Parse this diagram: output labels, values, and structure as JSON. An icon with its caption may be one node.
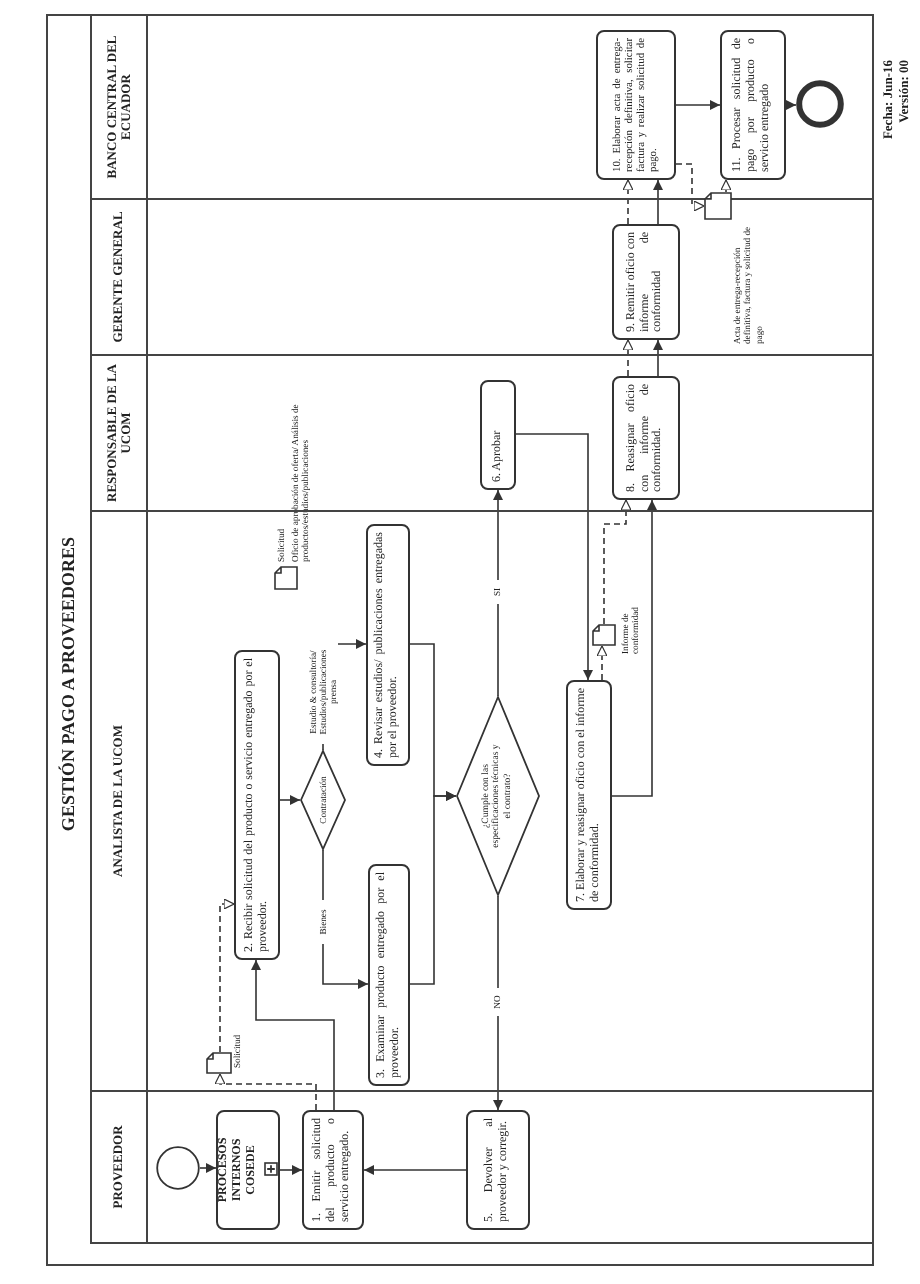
{
  "diagram": {
    "title": "GESTIÓN PAGO A PROVEEDORES",
    "nodes": [
      {
        "text": [
          "PROVEEDOR"
        ]
      },
      {
        "text": [
          "ANALISTA DE LA UCOM"
        ]
      },
      {
        "text": [
          "RESPONSABLE DE LA UCOM"
        ]
      },
      {
        "text": [
          "GERENTE GENERAL"
        ]
      },
      {
        "text": [
          "BANCO CENTRAL DEL ECUADOR"
        ]
      },
      {
        "text": [],
        "shape": "circle",
        "in": 0
      },
      {
        "text": [
          "PROCESOS INTERNOS COSEDE"
        ],
        "in": 0
      },
      {
        "text": [
          "1. Emitir solicitud del producto o servicio entregado."
        ],
        "in": 0
      },
      {
        "text": [
          "5. Devolver al proveedor y corregir."
        ],
        "in": 0
      },
      {
        "text": [],
        "shape": "document",
        "beside": [
          "Solicitud"
        ],
        "in": 1
      },
      {
        "text": [
          "2. Recibir solicitud del producto o servicio entregado por el proveedor."
        ],
        "in": 1
      },
      {
        "text": [
          "Contratación"
        ],
        "in": 1
      },
      {
        "text": [
          "3. Examinar producto entregado por el proveedor."
        ],
        "in": 1
      },
      {
        "text": [],
        "shape": "document",
        "beside": [
          "Solicitud",
          "Oficio de aprobación de oferta/ Análisis de productos/estudios/publicaciones"
        ],
        "in": 1
      },
      {
        "text": [
          "4. Revisar estudios/ publicaciones entregadas por el proveedor."
        ],
        "in": 1
      },
      {
        "text": [
          "¿Cumple con las especificaciones técnicas y el contrato?"
        ],
        "in": 1
      },
      {
        "text": [
          "7. Elaborar y reasignar oficio con el informe de conformidad."
        ],
        "in": 1
      },
      {
        "text": [],
        "shape": "document",
        "beside": [
          "Informe de conformidad"
        ],
        "in": 1
      },
      {
        "text": [
          "6. Aprobar"
        ],
        "in": 2
      },
      {
        "text": [
          "8. Reasignar oficio con informe de conformidad."
        ],
        "in": 2
      },
      {
        "text": [
          "9. Remitir oficio con informe de conformidad"
        ],
        "in": 3
      },
      {
        "text": [],
        "shape": "document",
        "beside": [
          "Acta de entrega-recepción definitiva, factura y solicitud de pago"
        ]
      },
      {
        "text": [
          "10. Elaborar acta de entrega-recepción definitiva, solicitar factura y realizar solicitud de pago."
        ],
        "in": 4
      },
      {
        "text": [
          "11. Procesar solicitud de pago por producto o servicio entregado"
        ],
        "in": 4
      },
      {
        "text": [],
        "shape": "circle",
        "in": 4
      }
    ],
    "edges": [
      {
        "from": 5,
        "to": 6,
        "arrow": "to"
      },
      {
        "from": 6,
        "to": 7,
        "arrow": "to"
      },
      {
        "from": 7,
        "to": 10,
        "arrow": "to"
      },
      {
        "from": 7,
        "to": 9,
        "arrow": "to",
        "style": "dashed"
      },
      {
        "from": 9,
        "to": 10,
        "arrow": "to",
        "style": "dashed"
      },
      {
        "from": 10,
        "to": 11,
        "arrow": "to"
      },
      {
        "from": 11,
        "to": 14,
        "arrow": "to",
        "label": "Estudio & consultoría/ Estudios/publicaciones prensa"
      },
      {
        "from": 11,
        "to": 12,
        "arrow": "to",
        "label": "Bienes"
      },
      {
        "from": 12,
        "to": 15,
        "arrow": "to"
      },
      {
        "from": 14,
        "to": 15,
        "arrow": "to"
      },
      {
        "from": 15,
        "to": 18,
        "arrow": "to",
        "label": "SI"
      },
      {
        "from": 15,
        "to": 8,
        "arrow": "to",
        "label": "NO"
      },
      {
        "from": 8,
        "to": 7,
        "arrow": "to"
      },
      {
        "from": 18,
        "to": 16,
        "arrow": "to"
      },
      {
        "from": 16,
        "to": 17,
        "arrow": "to",
        "style": "dashed"
      },
      {
        "from": 17,
        "to": 19,
        "arrow": "to",
        "style": "dashed"
      },
      {
        "from": 16,
        "to": 19,
        "arrow": "to"
      },
      {
        "from": 19,
        "to": 20,
        "arrow": "to"
      },
      {
        "from": 19,
        "to": 20,
        "arrow": "to",
        "style": "dashed"
      },
      {
        "from": 20,
        "to": 22,
        "arrow": "to"
      },
      {
        "from": 20,
        "to": 22,
        "arrow": "to",
        "style": "dashed"
      },
      {
        "from": 22,
        "to": 21,
        "arrow": "to",
        "style": "dashed"
      },
      {
        "from": 21,
        "to": 23,
        "arrow": "to",
        "style": "dashed"
      },
      {
        "from": 22,
        "to": 23,
        "arrow": "to"
      },
      {
        "from": 23,
        "to": 24,
        "arrow": "to"
      }
    ],
    "labels": [
      "Fecha: Jun-16",
      "Versión: 00"
    ]
  }
}
